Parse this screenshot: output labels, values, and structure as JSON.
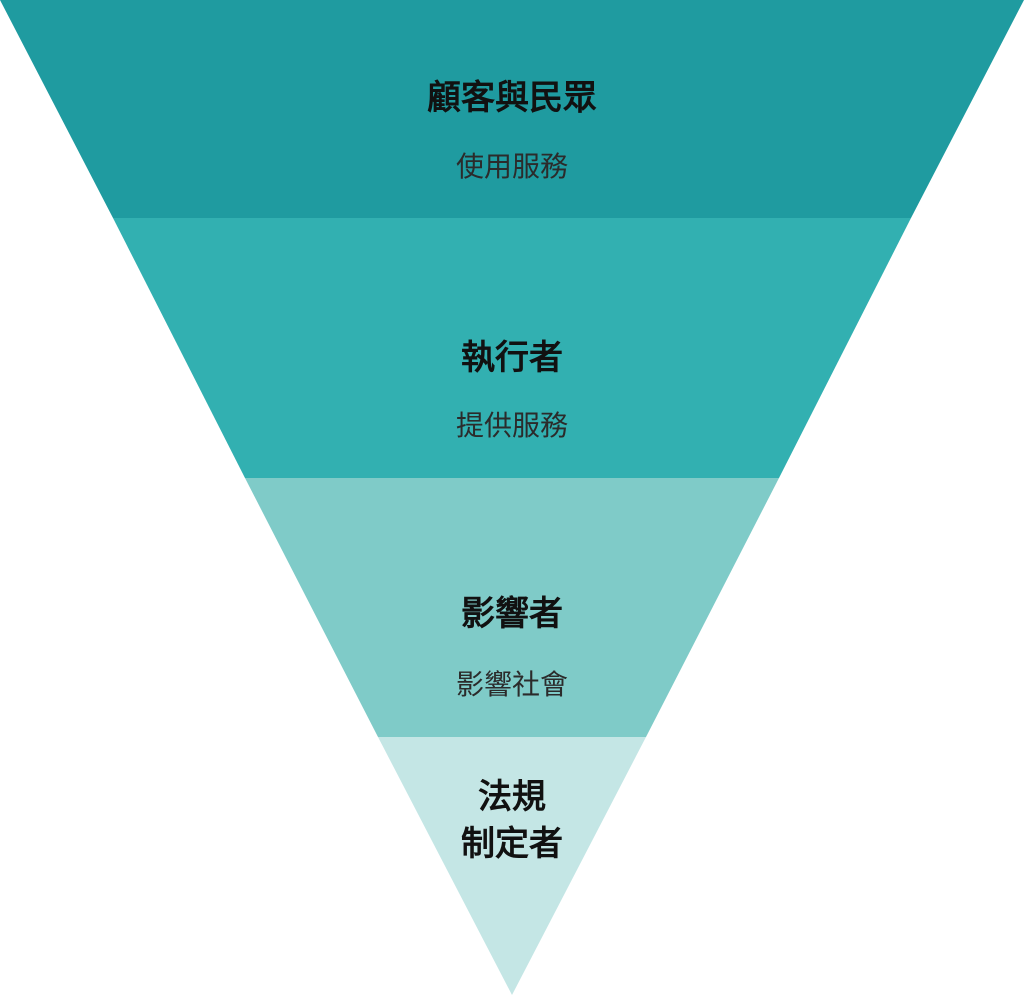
{
  "diagram": {
    "tiers": [
      {
        "title": "顧客與民眾",
        "subtitle": "使用服務",
        "color": "#1f9ba0"
      },
      {
        "title": "執行者",
        "subtitle": "提供服務",
        "color": "#32b0b1"
      },
      {
        "title": "影響者",
        "subtitle": "影響社會",
        "color": "#7fcbc8"
      },
      {
        "title_line1": "法規",
        "title_line2": "制定者",
        "color": "#c4e6e5"
      }
    ]
  }
}
